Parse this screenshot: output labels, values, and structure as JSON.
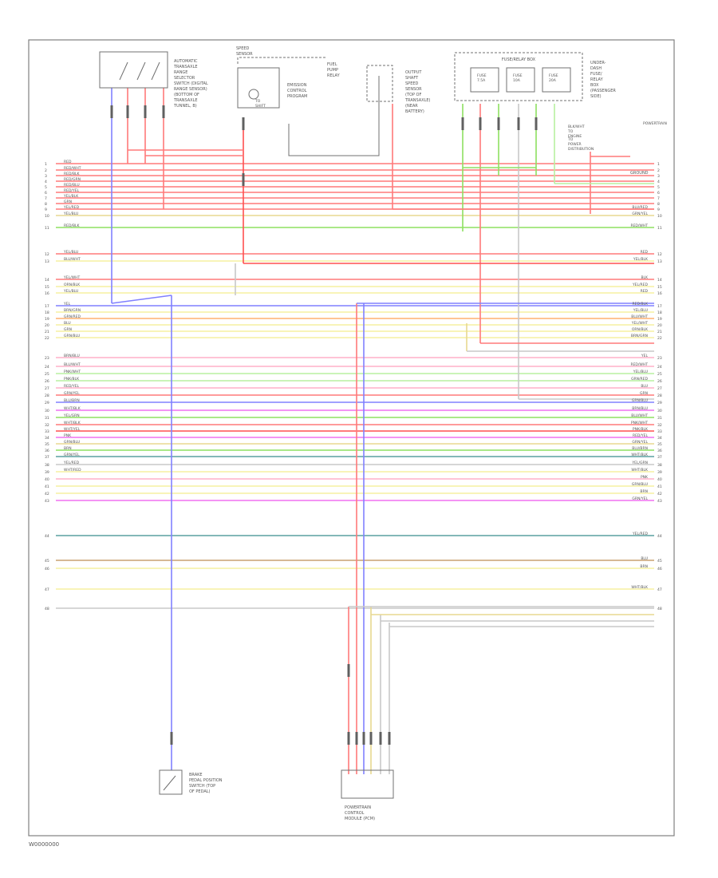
{
  "page_code": "W0000000",
  "components": {
    "top_left_switch_label": [
      "AUTOMATIC",
      "TRANSAXLE",
      "RANGE",
      "SELECTOR",
      "SWITCH (DIGITAL",
      "RANGE SENSOR)",
      "(BOTTOM OF",
      "TRANSAXLE",
      "TUNNEL, B)"
    ],
    "relay_header": [
      "SPEED",
      "SENSOR"
    ],
    "relay_label": [
      "EMISSION",
      "CONTROL",
      "PROGRAM"
    ],
    "relay_small": [
      "TO",
      "SHIFT"
    ],
    "sensor_label": [
      "FUEL",
      "PUMP",
      "RELAY"
    ],
    "mid_sensor_label": [
      "OUTPUT",
      "SHAFT",
      "SPEED",
      "SENSOR",
      "(TOP OF",
      "TRANSAXLE)",
      "(NEAR",
      "BATTERY)"
    ],
    "fuse_block_header": "FUSE/RELAY BOX",
    "fuse_block_inner": [
      [
        "FUSE",
        "7.5A"
      ],
      [
        "FUSE",
        "10A"
      ],
      [
        "FUSE",
        "20A"
      ]
    ],
    "fuse_block_label": [
      "UNDER-",
      "DASH",
      "FUSE/",
      "RELAY",
      "BOX",
      "(PASSENGER",
      "SIDE)"
    ],
    "right_note": [
      "BLK/WHT",
      "TO",
      "ENGINE"
    ],
    "right_note2": [
      "TO",
      "POWER",
      "DISTRIBUTION"
    ],
    "right_note3": "GROUND",
    "right_top_label": "POWERTRAIN",
    "bottom_left_sensor": [
      "BRAKE",
      "PEDAL POSITION",
      "SWITCH (TOP",
      "OF PEDAL)"
    ],
    "bottom_center_module": [
      "POWERTRAIN",
      "CONTROL",
      "MODULE (PCM)"
    ]
  },
  "wire_labels_left": [
    "RED",
    "RED/WHT",
    "RED/BLK",
    "RED/GRN",
    "RED/BLU",
    "RED/YEL",
    "YEL/BLK",
    "GRN",
    "YEL/RED",
    "YEL/BLU",
    "RED/BLK",
    "YEL/BLU",
    "BLU/WHT",
    "YEL/WHT",
    "ORN/BLK",
    "YEL/BLU",
    "YEL",
    "BRN/GRN",
    "GRN/RED",
    "BLU",
    "GRN",
    "GRN/BLU",
    "BRN/BLU",
    "BLU/WHT",
    "PNK/WHT",
    "PNK/BLK",
    "RED/YEL",
    "GRN/YEL",
    "BLU/BRN",
    "WHT/BLK",
    "YEL/GRN",
    "WHT/BLK",
    "WHT/YEL",
    "PNK",
    "GRN/BLU",
    "BRN",
    "GRN/YEL",
    "YEL/RED",
    "WHT/RED"
  ],
  "wire_labels_right": [
    "BLU/RED",
    "GRN/YEL",
    "RED/WHT",
    "RED",
    "YEL/BLK",
    "BLK",
    "YEL/RED",
    "RED",
    "RED/BLK",
    "YEL/BLU",
    "BLU/WHT",
    "YEL/WHT",
    "ORN/BLK",
    "BRN/GRN",
    "YEL",
    "RED/WHT",
    "YEL/BLU",
    "GRN/RED",
    "BLU",
    "GRN",
    "GRN/BLU",
    "BRN/BLU",
    "BLU/WHT",
    "PNK/WHT",
    "PNK/BLK",
    "RED/YEL",
    "GRN/YEL",
    "BLU/BRN",
    "WHT/BLK",
    "YEL/GRN",
    "WHT/BLK",
    "PNK",
    "GRN/BLU",
    "BRN",
    "GRN/YEL",
    "YEL/RED",
    "BLU",
    "BRN",
    "WHT/BLK"
  ],
  "wire_colors": {
    "red": "#ff7a7a",
    "red_strong": "#ff5050",
    "pink": "#ffb0c8",
    "magenta": "#f070f0",
    "yellow": "#f6f0a0",
    "yellow_dark": "#e8d890",
    "green": "#8ee060",
    "green_light": "#b8f0a0",
    "blue": "#8080ff",
    "orange": "#ffb070",
    "teal": "#5aa0a0",
    "gray": "#c8c8c8",
    "brown": "#c8a070",
    "black": "#404040",
    "purple": "#c090f0"
  }
}
